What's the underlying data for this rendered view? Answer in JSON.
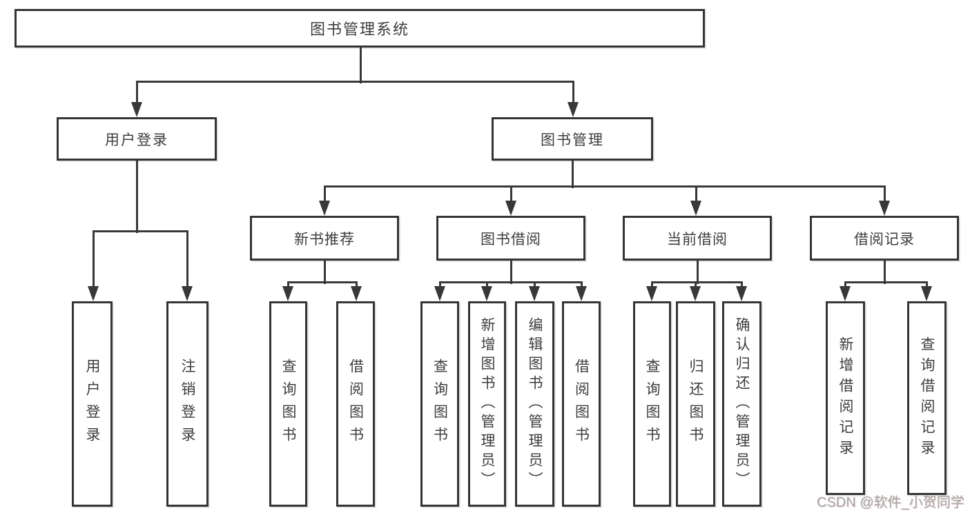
{
  "tree": {
    "label": "图书管理系统",
    "children": [
      {
        "label": "用户登录",
        "children": [
          {
            "label": "用户登录"
          },
          {
            "label": "注销登录"
          }
        ]
      },
      {
        "label": "图书管理",
        "children": [
          {
            "label": "新书推荐",
            "children": [
              {
                "label": "查询图书"
              },
              {
                "label": "借阅图书"
              }
            ]
          },
          {
            "label": "图书借阅",
            "children": [
              {
                "label": "查询图书"
              },
              {
                "label": "新增图书（管理员）"
              },
              {
                "label": "编辑图书（管理员）"
              },
              {
                "label": "借阅图书"
              }
            ]
          },
          {
            "label": "当前借阅",
            "children": [
              {
                "label": "查询图书"
              },
              {
                "label": "归还图书"
              },
              {
                "label": "确认归还（管理员）"
              }
            ]
          },
          {
            "label": "借阅记录",
            "children": [
              {
                "label": "新增借阅记录"
              },
              {
                "label": "查询借阅记录"
              }
            ]
          }
        ]
      }
    ]
  },
  "watermark": {
    "text": "CSDN @软件_小贺同学"
  },
  "colors": {
    "line": "#383838",
    "box_border": "#343434",
    "text": "#3d3d3d",
    "background": "#ffffff",
    "watermark": "#a6a6a6"
  }
}
